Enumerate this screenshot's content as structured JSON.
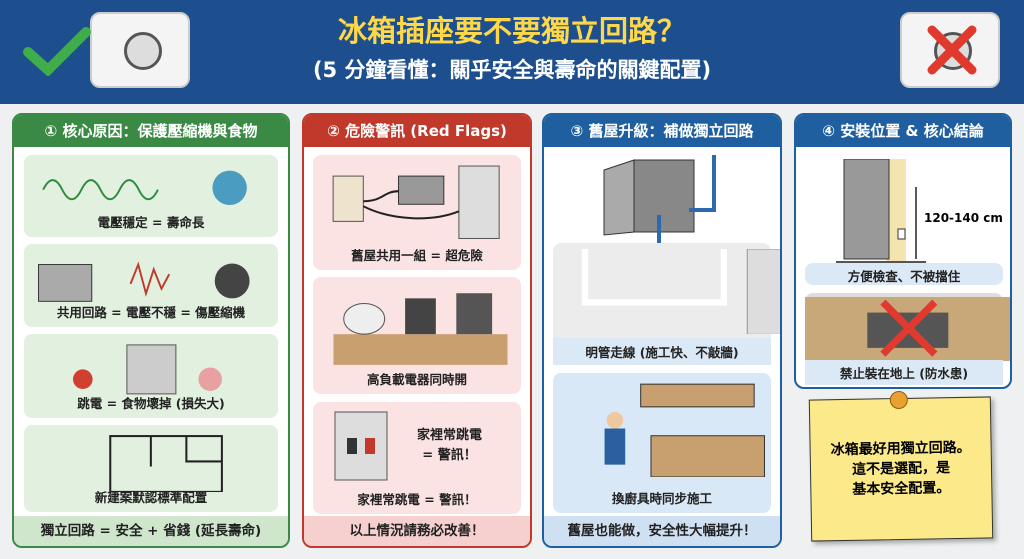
{
  "header": {
    "title": "冰箱插座要不要獨立回路？",
    "subtitle": "(5 分鐘看懂：關乎安全與壽命的關鍵配置)",
    "check_icon": "check-icon",
    "cross_icon": "cross-icon"
  },
  "colors": {
    "header": "#1d4f8f",
    "green": "#3a8a45",
    "red": "#c0392b",
    "blue": "#1f5fa0",
    "note": "#fbe98a"
  },
  "col1": {
    "title": "① 核心原因：保護壓縮機與食物",
    "cards": [
      "電壓穩定 = 壽命長",
      "共用回路 = 電壓不穩 = 傷壓縮機",
      "跳電 = 食物壞掉 (損失大)",
      "新建案默認標準配置"
    ],
    "footer": "獨立回路 = 安全 + 省錢 (延長壽命)"
  },
  "col2": {
    "title": "② 危險警訊 (Red Flags)",
    "cards": [
      "舊屋共用一組 = 超危險",
      "高負載電器同時開",
      "家裡常跳電 = 警訊！"
    ],
    "callout": [
      "家裡常跳電",
      "= 警訊！"
    ],
    "footer": "以上情況請務必改善！"
  },
  "col3": {
    "title": "③ 舊屋升級：補做獨立回路",
    "cards": [
      "明管走線 (施工快、不敲牆)",
      "換廚具時同步施工"
    ],
    "footer": "舊屋也能做，安全性大幅提升！"
  },
  "col4": {
    "title": "④ 安裝位置 & 核心結論",
    "height_label": "120-140 cm",
    "cards": [
      "方便檢查、不被擋住",
      "禁止裝在地上 (防水患)"
    ]
  },
  "note": {
    "lines": [
      "冰箱最好用獨立回路。",
      "這不是選配，是",
      "基本安全配置。"
    ]
  }
}
